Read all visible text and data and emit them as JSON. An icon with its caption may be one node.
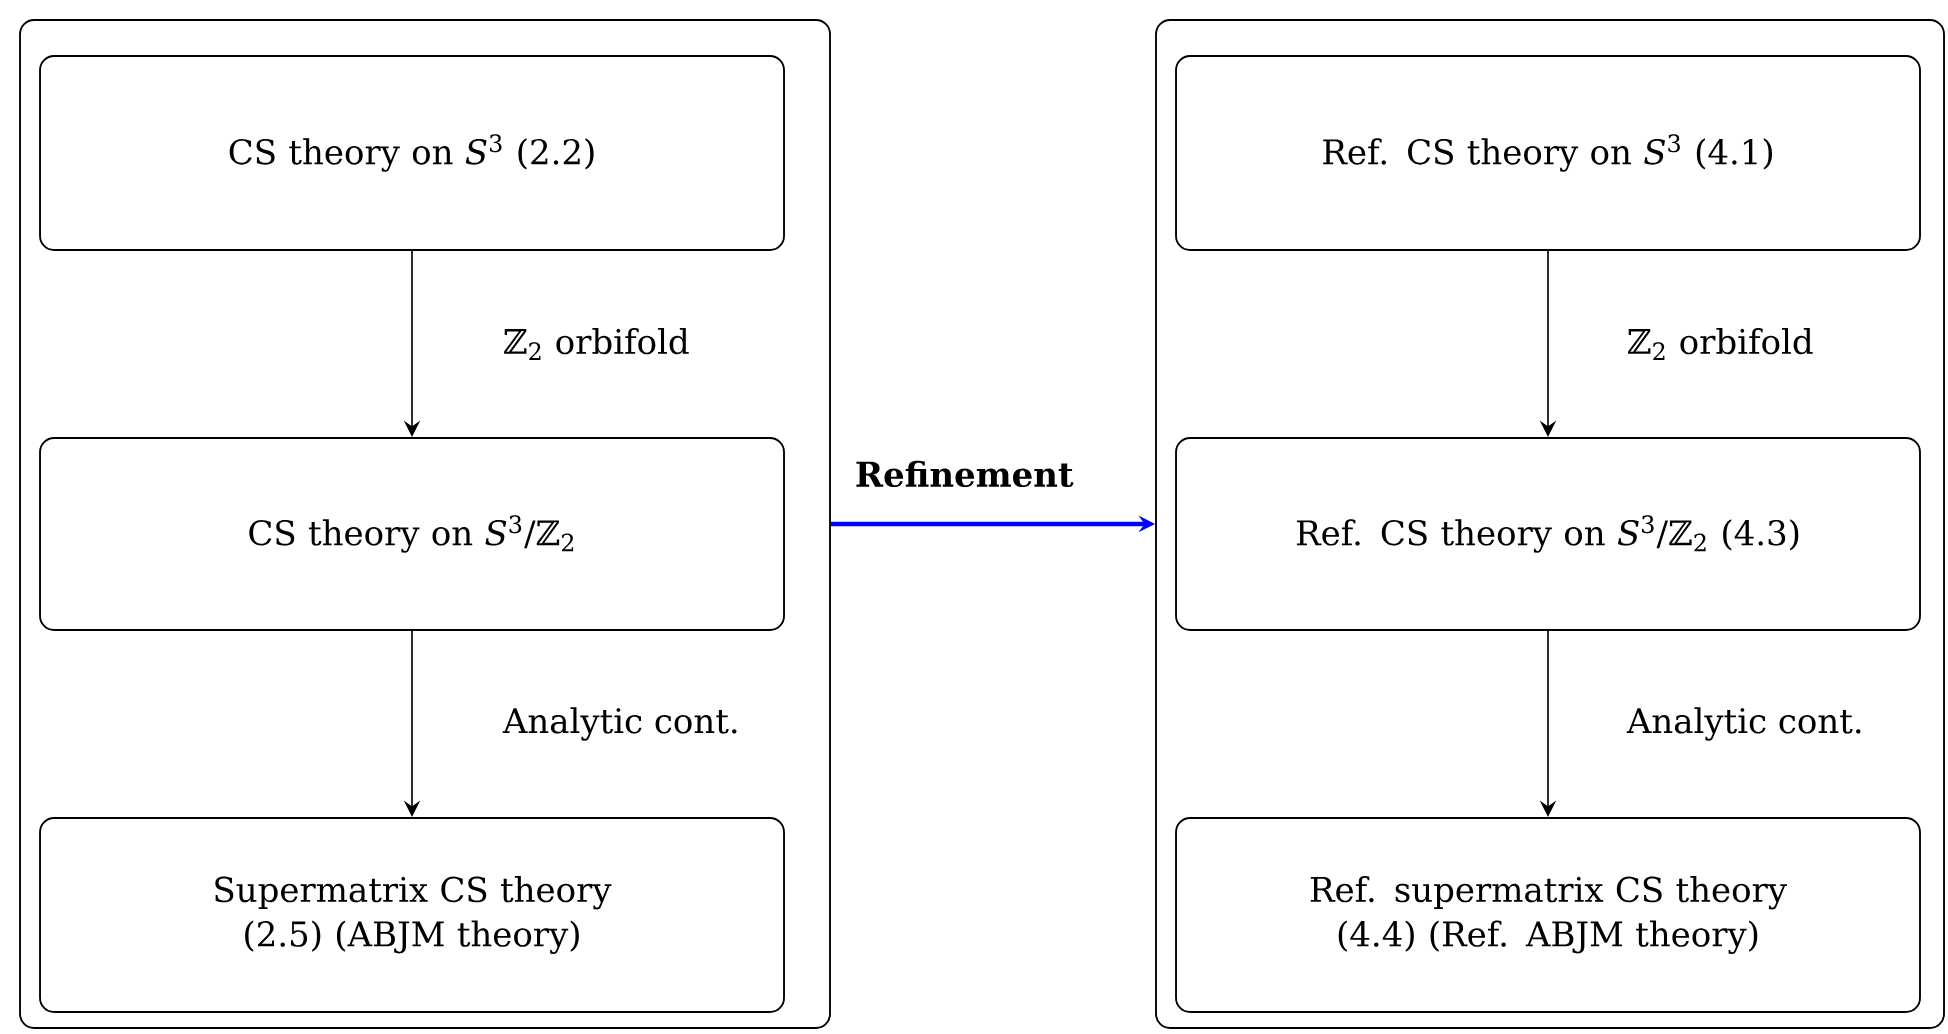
{
  "diagram": {
    "nodes": [
      {
        "text": [],
        "shape": "box"
      },
      {
        "text": [
          "CS theory on *S*$^{3}$ (2.2)"
        ],
        "in": 0
      },
      {
        "text": [
          "CS theory on *S*$^{3}$/ℤ$_{2}$"
        ],
        "in": 0
      },
      {
        "text": [
          "Supermatrix CS theory (2.5) (ABJM theory)"
        ],
        "in": 0
      },
      {
        "text": [],
        "shape": "box"
      },
      {
        "text": [
          "Ref. CS theory on *S*$^{3}$ (4.1)"
        ],
        "in": 4
      },
      {
        "text": [
          "Ref. CS theory on *S*$^{3}$/ℤ$_{2}$ (4.3)"
        ],
        "in": 4
      },
      {
        "text": [
          "Ref. supermatrix CS theory (4.4) (Ref. ABJM theory)"
        ],
        "in": 4
      }
    ],
    "edges": [
      {
        "from": 1,
        "to": 2,
        "arrow": "to",
        "label": "ℤ$_{2}$ orbifold"
      },
      {
        "from": 2,
        "to": 3,
        "arrow": "to",
        "label": "Analytic cont."
      },
      {
        "from": 0,
        "to": 4,
        "arrow": "to",
        "label": "Refinement",
        "style": "thick",
        "color": "#0000ff"
      },
      {
        "from": 5,
        "to": 6,
        "arrow": "to",
        "label": "ℤ$_{2}$ orbifold"
      },
      {
        "from": 6,
        "to": 7,
        "arrow": "to",
        "label": "Analytic cont."
      }
    ]
  }
}
